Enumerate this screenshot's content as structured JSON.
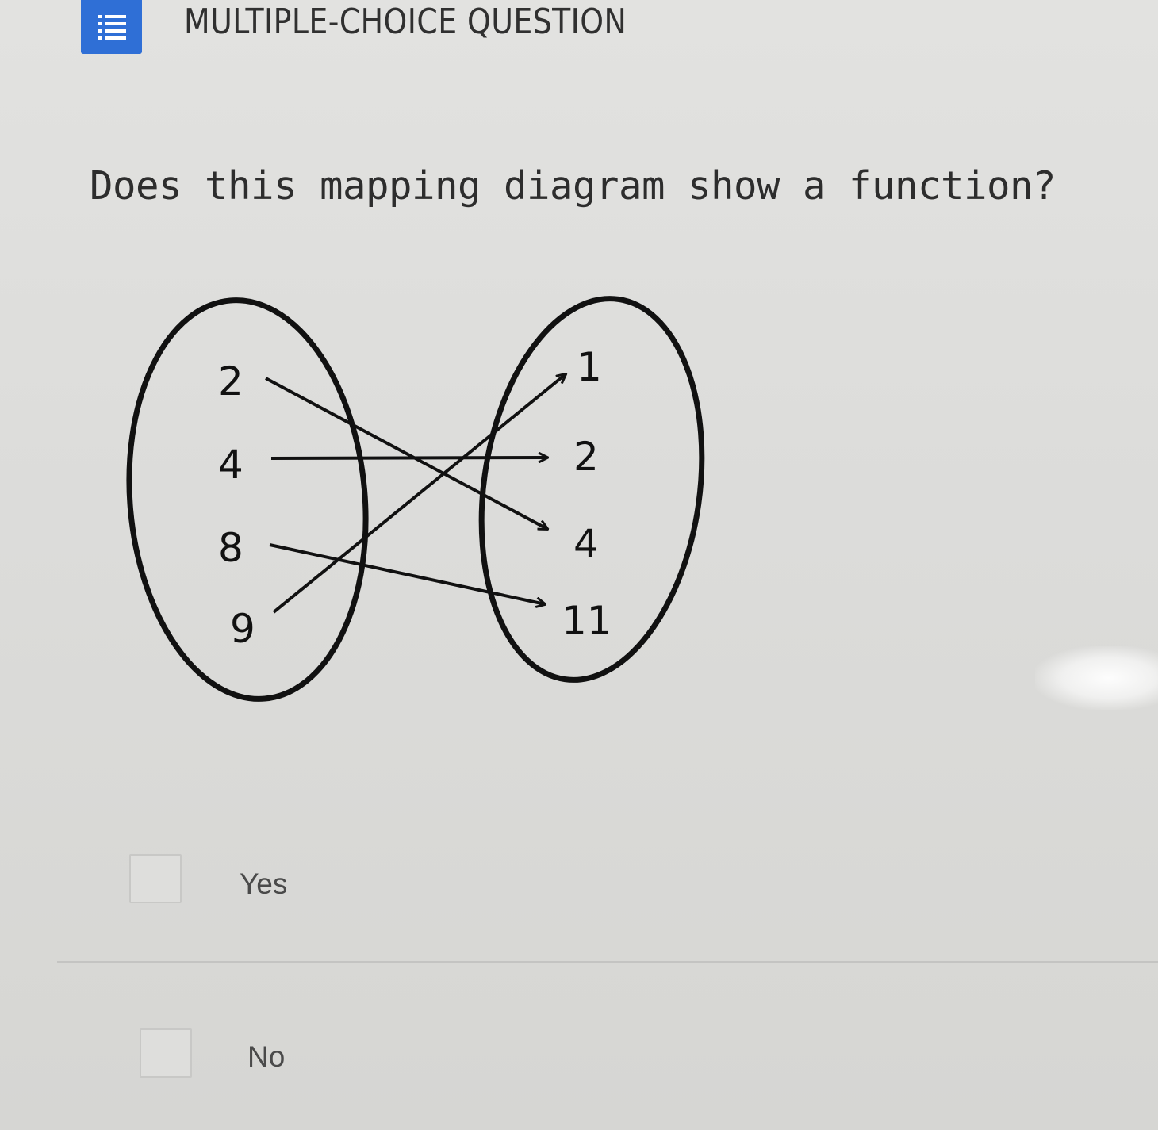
{
  "header": {
    "type_icon": "numbered-list-icon",
    "type_label": "MULTIPLE-CHOICE QUESTION",
    "accent_color": "#2f6fd6"
  },
  "question": {
    "text": "Does this mapping diagram show a function?"
  },
  "diagram": {
    "domain": [
      "2",
      "4",
      "8",
      "9"
    ],
    "range": [
      "1",
      "2",
      "4",
      "11"
    ],
    "mappings": [
      {
        "from": "2",
        "to": "4"
      },
      {
        "from": "4",
        "to": "2"
      },
      {
        "from": "8",
        "to": "11"
      },
      {
        "from": "9",
        "to": "1"
      }
    ]
  },
  "choices": [
    {
      "label": "Yes",
      "checked": false
    },
    {
      "label": "No",
      "checked": false
    }
  ]
}
